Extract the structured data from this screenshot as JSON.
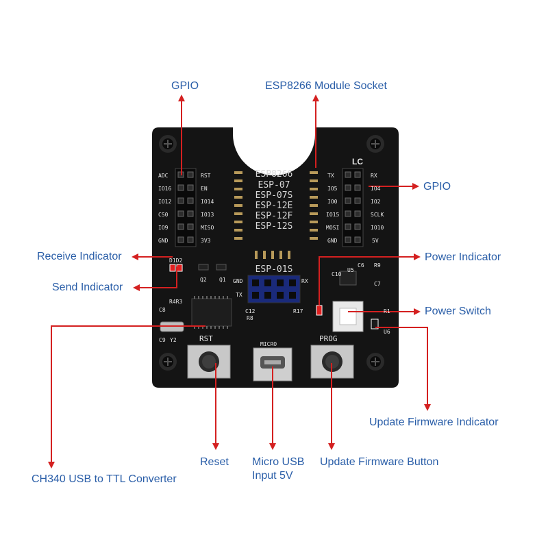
{
  "callouts": {
    "gpio_left": "GPIO",
    "module_socket": "ESP8266 Module Socket",
    "gpio_right": "GPIO",
    "receive_indicator": "Receive Indicator",
    "send_indicator": "Send Indicator",
    "power_indicator": "Power Indicator",
    "power_switch": "Power Switch",
    "update_fw_indicator": "Update Firmware Indicator",
    "reset": "Reset",
    "micro_usb": "Micro USB\nInput 5V",
    "update_fw_button": "Update Firmware Button",
    "ch340": "CH340 USB to TTL Converter"
  },
  "board": {
    "brand": "LC",
    "module_names": [
      "ESP8266",
      "ESP-07",
      "ESP-07S",
      "ESP-12E",
      "ESP-12F",
      "ESP-12S"
    ],
    "esp01s": "ESP-01S",
    "left_pins_outer": [
      "ADC",
      "IO16",
      "IO12",
      "CS0",
      "IO9",
      "GND"
    ],
    "left_pins_inner": [
      "RST",
      "EN",
      "IO14",
      "IO13",
      "MISO",
      "3V3"
    ],
    "right_pins_inner": [
      "TX",
      "IO5",
      "IO0",
      "IO15",
      "MOSI",
      "GND"
    ],
    "right_pins_outer": [
      "RX",
      "IO4",
      "IO2",
      "SCLK",
      "IO10",
      "5V"
    ],
    "rst_label": "RST",
    "prog_label": "PROG",
    "micro_label": "MICRO",
    "components": {
      "d1d2": "D1D2",
      "q2": "Q2",
      "q1": "Q1",
      "r4r3": "R4R3",
      "c8": "C8",
      "c9": "C9",
      "y2": "Y2",
      "c6": "C6",
      "r9": "R9",
      "c7": "C7",
      "c10": "C10",
      "u5": "U5",
      "c12": "C12",
      "r8": "R8",
      "r17": "R17",
      "gnd": "GND",
      "tx": "TX",
      "rx": "RX",
      "r1": "R1",
      "u6": "U6"
    }
  },
  "colors": {
    "arrow": "#d42020",
    "callout_text": "#2a5ea8",
    "board": "#141414",
    "silk": "#e6e6e6",
    "led_red": "#e02020"
  }
}
